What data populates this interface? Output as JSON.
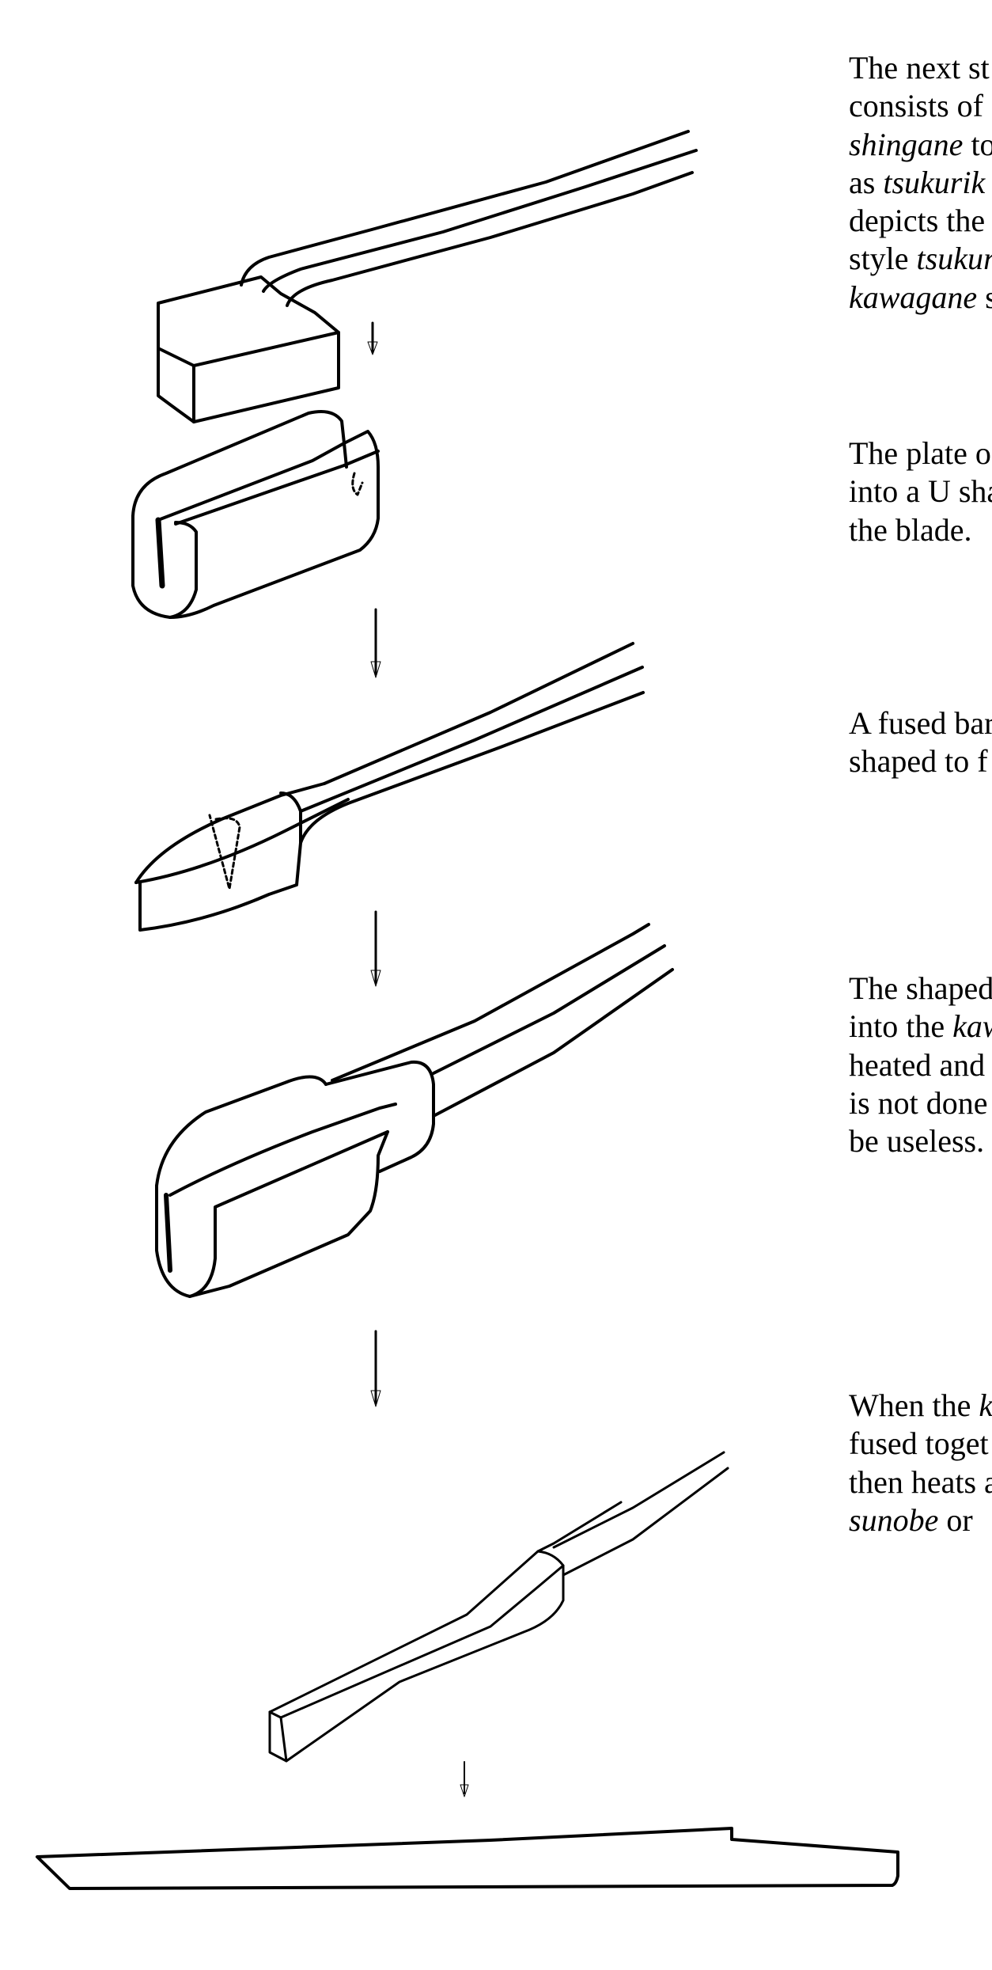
{
  "figure": {
    "steps": [
      {
        "name": "kawagane-plate-with-shingane-bar",
        "arrow_after": true
      },
      {
        "name": "kawagane-folded-u-shape",
        "arrow_after": true
      },
      {
        "name": "shingane-fused-bar-shaped",
        "arrow_after": true
      },
      {
        "name": "shingane-inserted-into-kawagane",
        "arrow_after": true
      },
      {
        "name": "fused-bar-sunobe",
        "arrow_after": true
      },
      {
        "name": "finished-sunobe-blade",
        "arrow_after": false
      }
    ]
  },
  "text": {
    "paragraphs": [
      {
        "lines": [
          [
            {
              "t": "The next st",
              "i": false
            }
          ],
          [
            {
              "t": "consists of",
              "i": false
            }
          ],
          [
            {
              "t": "shingane",
              "i": true
            },
            {
              "t": " to",
              "i": false
            }
          ],
          [
            {
              "t": "as ",
              "i": false
            },
            {
              "t": "tsukurik",
              "i": true
            }
          ],
          [
            {
              "t": "depicts the",
              "i": false
            }
          ],
          [
            {
              "t": "style ",
              "i": false
            },
            {
              "t": "tsukur",
              "i": true
            }
          ],
          [
            {
              "t": "kawagane",
              "i": true
            },
            {
              "t": " s",
              "i": false
            }
          ]
        ]
      },
      {
        "lines": [
          [
            {
              "t": "The plate o",
              "i": false
            }
          ],
          [
            {
              "t": "into a U sha",
              "i": false
            }
          ],
          [
            {
              "t": "the blade.",
              "i": false
            }
          ]
        ]
      },
      {
        "lines": [
          [
            {
              "t": "A fused bar",
              "i": false
            }
          ],
          [
            {
              "t": "shaped to f",
              "i": false
            }
          ]
        ]
      },
      {
        "lines": [
          [
            {
              "t": "The shaped",
              "i": false
            }
          ],
          [
            {
              "t": "into the ",
              "i": false
            },
            {
              "t": "kaw",
              "i": true
            }
          ],
          [
            {
              "t": "heated and",
              "i": false
            }
          ],
          [
            {
              "t": "is not done",
              "i": false
            }
          ],
          [
            {
              "t": "be useless.",
              "i": false
            }
          ]
        ]
      },
      {
        "lines": [
          [
            {
              "t": "When the ",
              "i": false
            },
            {
              "t": "k",
              "i": true
            }
          ],
          [
            {
              "t": "fused toget",
              "i": false
            }
          ],
          [
            {
              "t": "then heats a",
              "i": false
            }
          ],
          [
            {
              "t": "sunobe",
              "i": true
            },
            {
              "t": " or",
              "i": false
            }
          ]
        ]
      }
    ]
  }
}
